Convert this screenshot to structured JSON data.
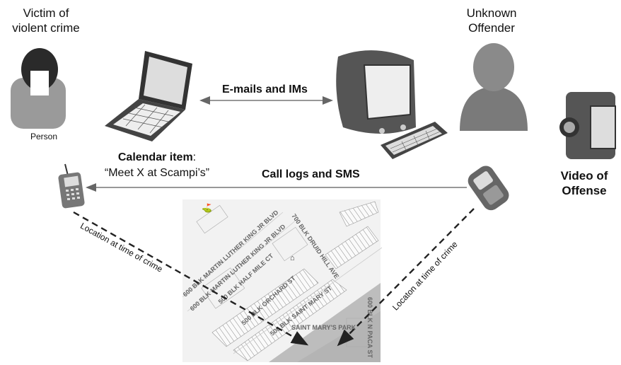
{
  "victim": {
    "title_line1": "Victim of",
    "title_line2": "violent crime",
    "caption": "Person"
  },
  "offender": {
    "title_line1": "Unknown",
    "title_line2": "Offender"
  },
  "video": {
    "line1": "Video of",
    "line2": "Offense"
  },
  "edges": {
    "emails": "E-mails and IMs",
    "calls": "Call logs and SMS",
    "victim_location": "Location at time of crime",
    "offender_location": "Locaton at time of crime"
  },
  "calendar": {
    "label": "Calendar item",
    "colon": ":",
    "text": "“Meet X at Scampi’s”"
  },
  "map": {
    "streets": [
      "600 BLK MARTIN LUTHER KING JR BLVD",
      "600 BLK MARTIN LUTHER KING JR BLVD",
      "500 BLK HALF MILE CT",
      "700 BLK DRUID HILL AVE",
      "500 BLK ORCHARD ST",
      "500 BLK SAINT MARY ST",
      "SAINT MARY'S PARK",
      "600 BLK N PACA ST"
    ]
  },
  "colors": {
    "line": "#333333",
    "map_bg": "#f2f2f2",
    "park": "#bdbdbd"
  }
}
